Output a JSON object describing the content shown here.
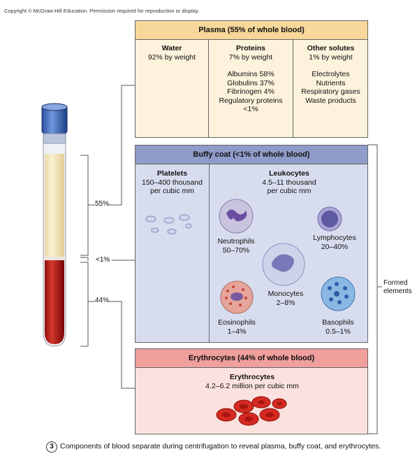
{
  "copyright": "Copyright © McGraw-Hill Education. Permission required for reproduction or display.",
  "plasma": {
    "header": "Plasma (55% of whole blood)",
    "columns": [
      {
        "title": "Water",
        "lines": [
          "92% by weight"
        ]
      },
      {
        "title": "Proteins",
        "lines": [
          "7% by weight",
          "",
          "Albumins 58%",
          "Globulins 37%",
          "Fibrinogen 4%",
          "Regulatory proteins",
          "<1%"
        ]
      },
      {
        "title": "Other solutes",
        "lines": [
          "1% by weight",
          "",
          "Electrolytes",
          "Nutrients",
          "Respiratory gases",
          "Waste products"
        ]
      }
    ]
  },
  "buffy": {
    "header": "Buffy coat (<1% of whole blood)",
    "platelets": {
      "title": "Platelets",
      "line1": "150–400 thousand",
      "line2": "per cubic mm"
    },
    "leukocytes": {
      "title": "Leukocytes",
      "line1": "4.5–11 thousand",
      "line2": "per cubic mm"
    },
    "cells": {
      "neutrophils": {
        "name": "Neutrophils",
        "pct": "50–70%"
      },
      "lymphocytes": {
        "name": "Lymphocytes",
        "pct": "20–40%"
      },
      "monocytes": {
        "name": "Monocytes",
        "pct": "2–8%"
      },
      "eosinophils": {
        "name": "Eosinophils",
        "pct": "1–4%"
      },
      "basophils": {
        "name": "Basophils",
        "pct": "0.5–1%"
      }
    }
  },
  "erythro": {
    "header": "Erythrocytes (44% of whole blood)",
    "title": "Erythrocytes",
    "line1": "4.2–6.2 million per cubic mm"
  },
  "tube_labels": {
    "plasma": "55%",
    "buffy": "<1%",
    "rbc": "44%"
  },
  "formed": {
    "line1": "Formed",
    "line2": "elements"
  },
  "caption": {
    "number": "3",
    "text": "Components of blood separate during centrifugation to reveal plasma, buffy coat, and erythrocytes."
  },
  "colors": {
    "plasma_bg": "#fdf3dc",
    "plasma_hdr": "#f7d79a",
    "buffy_bg": "#d7ddef",
    "buffy_hdr": "#8f9bc9",
    "rbc_bg": "#fbe2df",
    "rbc_hdr": "#ef9f9c"
  }
}
